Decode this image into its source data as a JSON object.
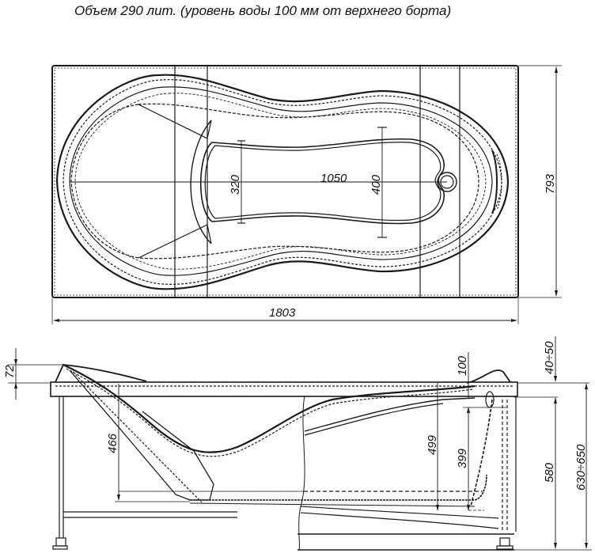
{
  "title": "Объем 290 лит. (уровень воды 100 мм от верхнего борта)",
  "top_view": {
    "dimensions": {
      "overall_length": "1803",
      "overall_width": "793",
      "inner_length": "1050",
      "head_width": "320",
      "foot_width": "400"
    }
  },
  "side_view": {
    "dimensions": {
      "headrest_rise": "72",
      "head_depth": "466",
      "water_level_offset": "100",
      "total_depth": "499",
      "water_depth": "399",
      "overflow_to_rim": "40÷50",
      "rim_height": "580",
      "total_height": "630÷650"
    }
  },
  "colors": {
    "line": "#1a1a1a",
    "background": "#ffffff"
  }
}
